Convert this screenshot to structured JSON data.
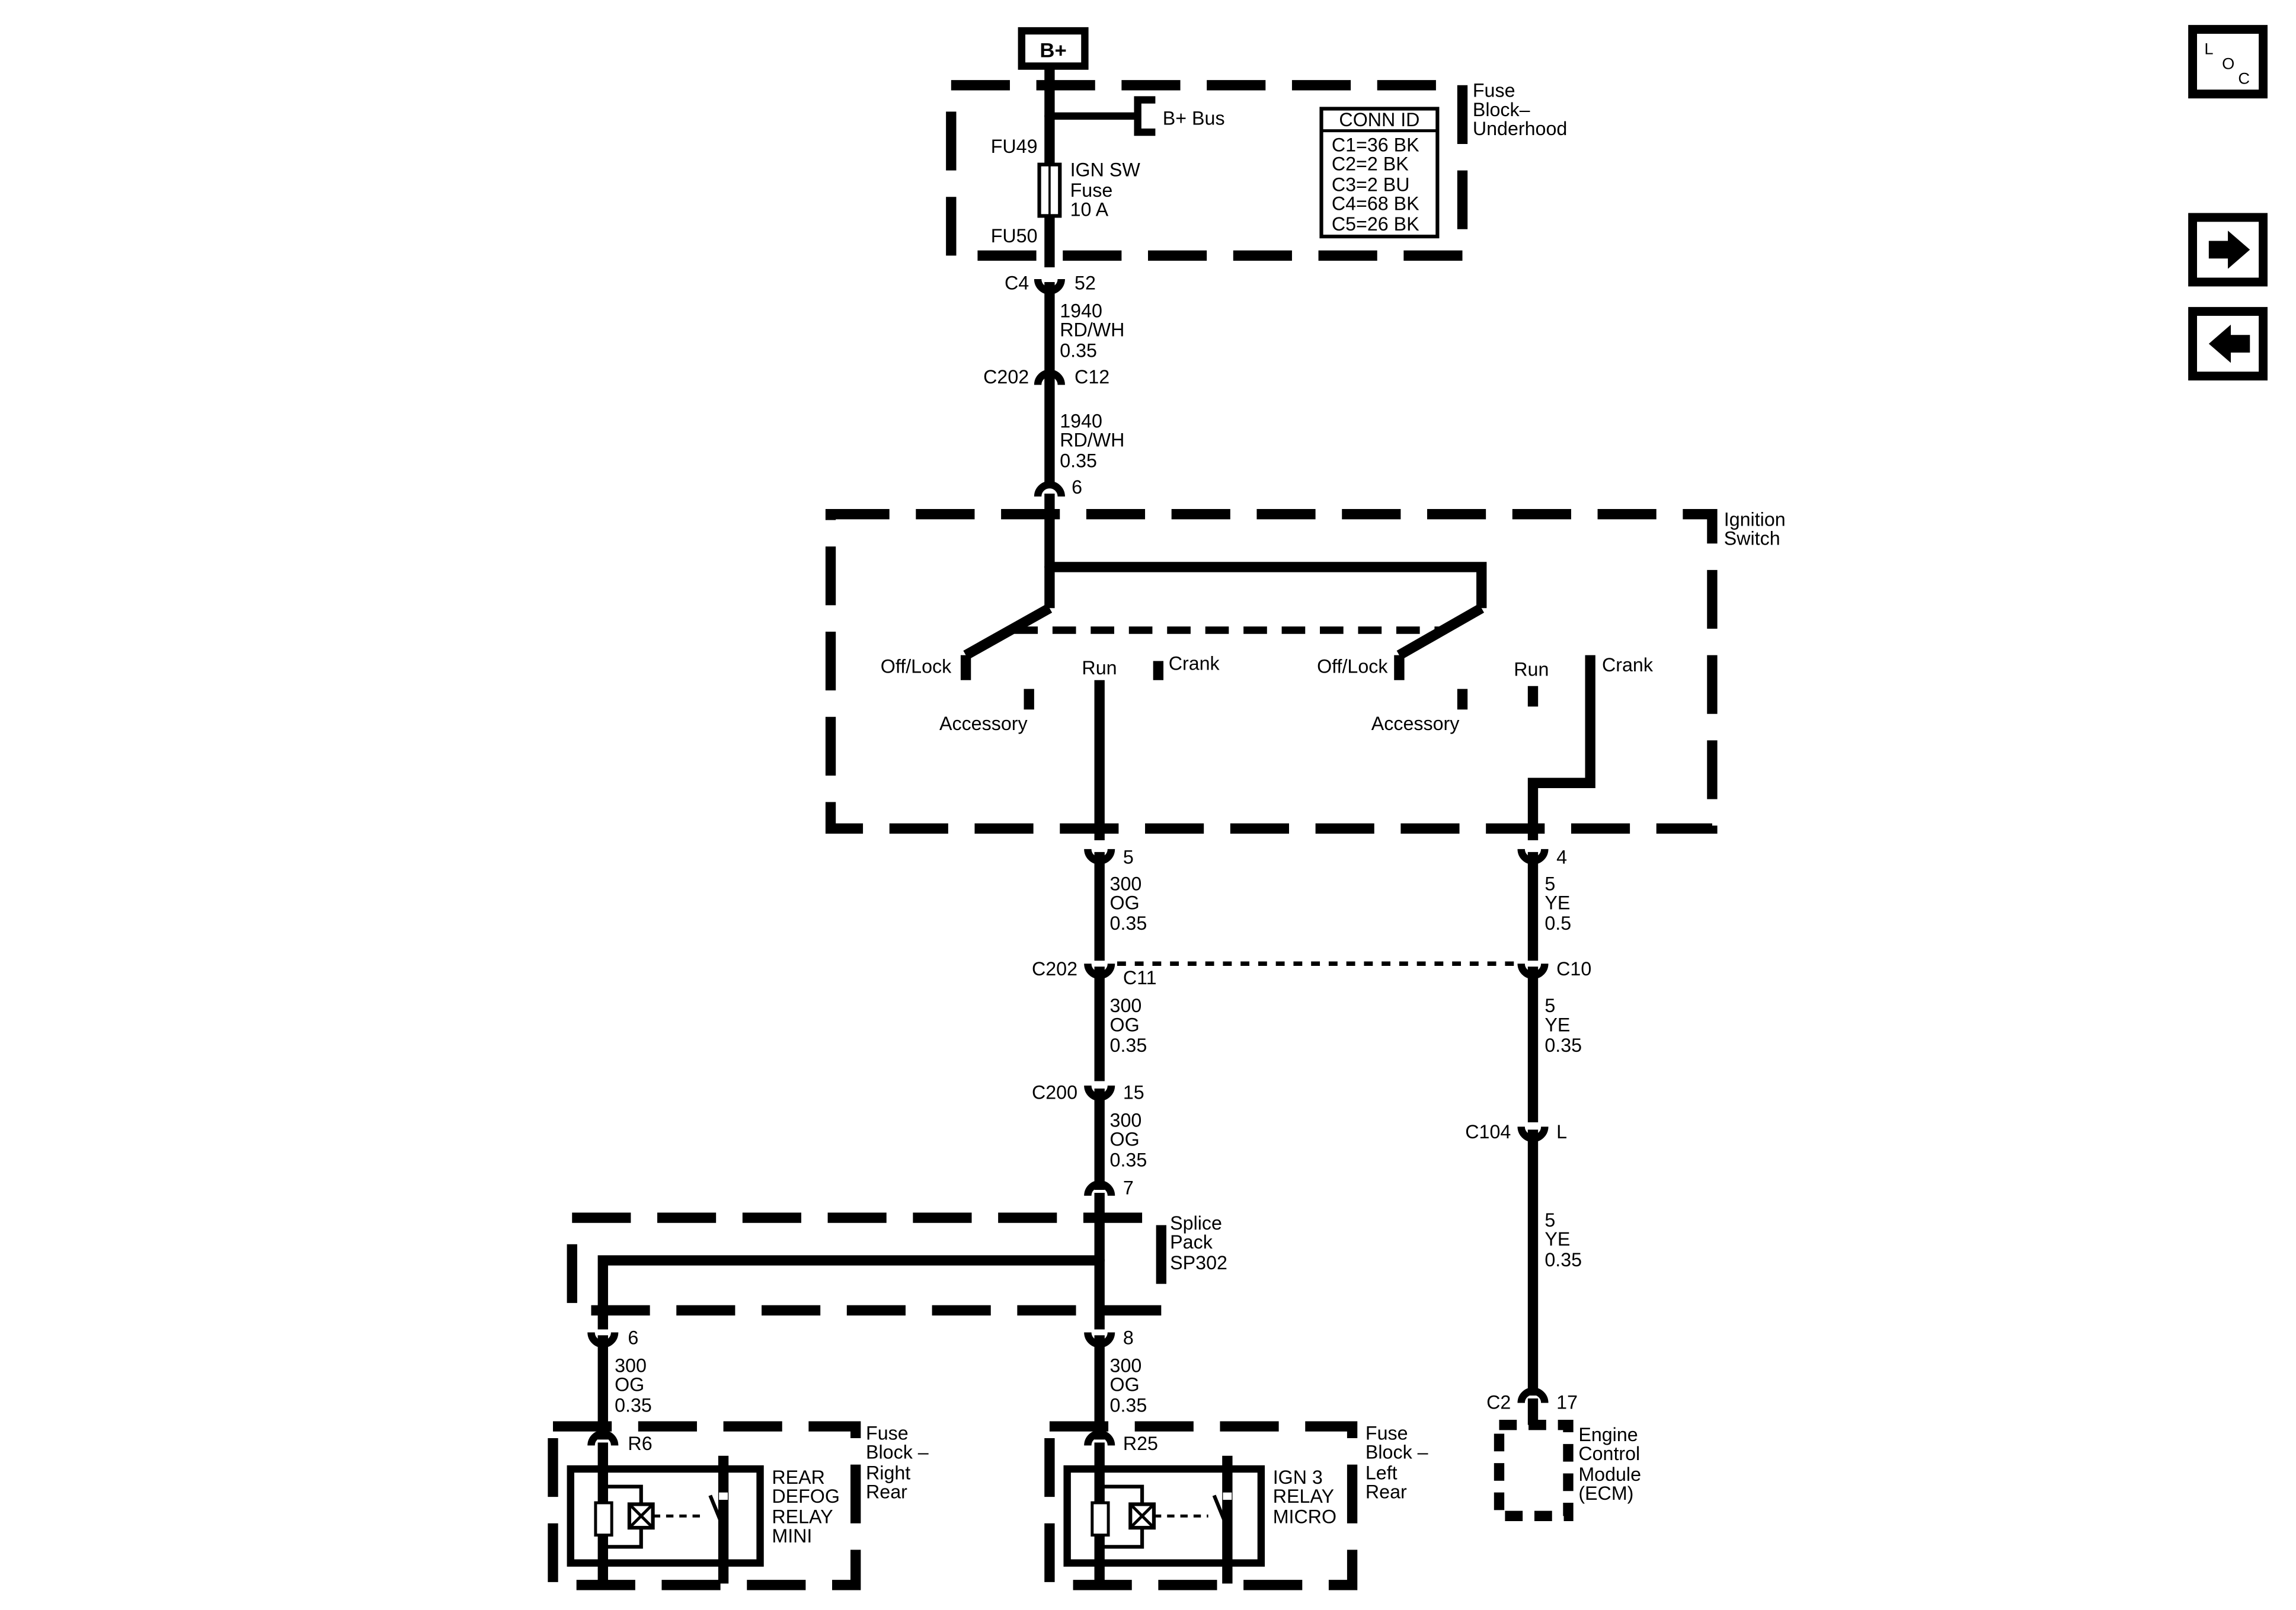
{
  "battery": {
    "label": "B+"
  },
  "fuse_block_underhood": {
    "name": [
      "Fuse",
      "Block–",
      "Underhood"
    ],
    "b_bus": "B+ Bus",
    "fu_top": "FU49",
    "fu_bottom": "FU50",
    "fuse_label": [
      "IGN SW",
      "Fuse",
      "10 A"
    ],
    "conn_id_title": "CONN ID",
    "conn_ids": [
      "C1=36 BK",
      "C2=2 BK",
      "C3=2 BU",
      "C4=68 BK",
      "C5=26 BK"
    ]
  },
  "connectors": {
    "c4": {
      "name": "C4",
      "pin": "52"
    },
    "c202_top": {
      "name": "C202",
      "pin": "C12"
    },
    "ign_in": {
      "pin": "6"
    },
    "run_out": {
      "pin": "5"
    },
    "crank_out": {
      "pin": "4"
    },
    "c202_mid": {
      "name": "C202",
      "pin_left": "C11",
      "pin_right": "C10"
    },
    "c200": {
      "name": "C200",
      "pin": "15"
    },
    "c104": {
      "name": "C104",
      "pin": "L"
    },
    "splice_in": {
      "pin": "7"
    },
    "splice_out_left": {
      "pin": "6"
    },
    "splice_out_right": {
      "pin": "8"
    },
    "relay_left": {
      "pin": "R6"
    },
    "relay_right": {
      "pin": "R25"
    },
    "ecm": {
      "name": "C2",
      "pin": "17"
    }
  },
  "wires": {
    "w1": [
      "1940",
      "RD/WH",
      "0.35"
    ],
    "w2": [
      "1940",
      "RD/WH",
      "0.35"
    ],
    "w_run1": [
      "300",
      "OG",
      "0.35"
    ],
    "w_run2": [
      "300",
      "OG",
      "0.35"
    ],
    "w_run3": [
      "300",
      "OG",
      "0.35"
    ],
    "w_crank1": [
      "5",
      "YE",
      "0.5"
    ],
    "w_crank2": [
      "5",
      "YE",
      "0.35"
    ],
    "w_crank3": [
      "5",
      "YE",
      "0.35"
    ],
    "w_left": [
      "300",
      "OG",
      "0.35"
    ],
    "w_right": [
      "300",
      "OG",
      "0.35"
    ]
  },
  "ignition_switch": {
    "name": [
      "Ignition",
      "Switch"
    ],
    "left": {
      "off": "Off/Lock",
      "acc": "Accessory",
      "run": "Run",
      "crank": "Crank"
    },
    "right": {
      "off": "Off/Lock",
      "acc": "Accessory",
      "run": "Run",
      "crank": "Crank"
    }
  },
  "splice_pack": {
    "name": [
      "Splice",
      "Pack",
      "SP302"
    ]
  },
  "fuse_block_right_rear": {
    "name": [
      "Fuse",
      "Block –",
      "Right",
      "Rear"
    ],
    "relay": [
      "REAR",
      "DEFOG",
      "RELAY",
      "MINI"
    ]
  },
  "fuse_block_left_rear": {
    "name": [
      "Fuse",
      "Block –",
      "Left",
      "Rear"
    ],
    "relay": [
      "IGN 3",
      "RELAY",
      "MICRO"
    ]
  },
  "ecm": {
    "name": [
      "Engine",
      "Control",
      "Module",
      "(ECM)"
    ]
  },
  "nav": {
    "loc_l": "L",
    "loc_o": "O",
    "loc_c": "C",
    "next_icon": "arrow-right-icon",
    "prev_icon": "arrow-left-icon"
  }
}
